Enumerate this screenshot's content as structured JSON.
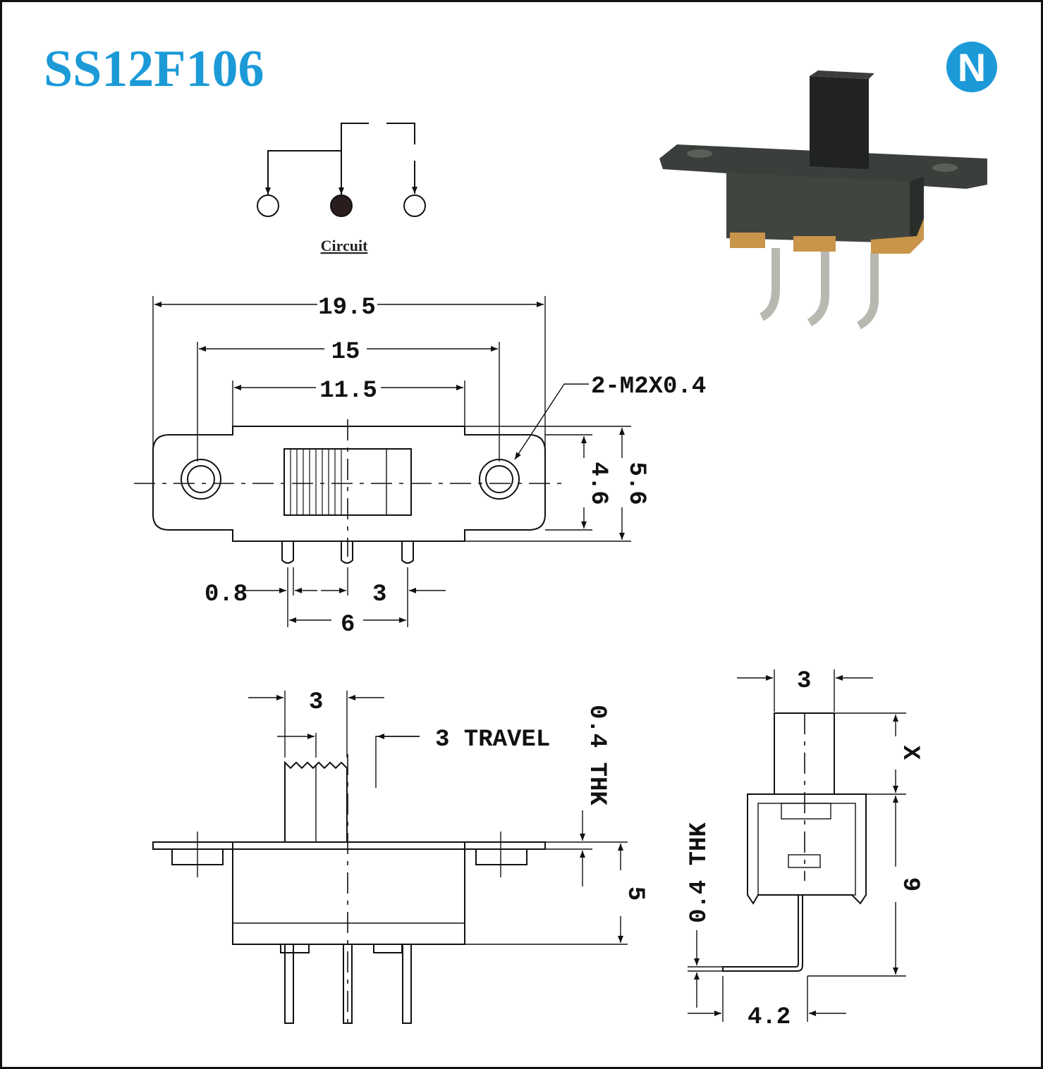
{
  "title": "SS12F106",
  "logo": {
    "letter": "N",
    "color": "#1c9ad8"
  },
  "circuit": {
    "caption": "Circuit"
  },
  "top_view": {
    "dim_overall": "19.5",
    "dim_hole_pitch": "15",
    "dim_body": "11.5",
    "dim_screw": "2-M2X0.4",
    "dim_height_inner": "4.6",
    "dim_height_outer": "5.6",
    "dim_pin_width": "0.8",
    "dim_pin_pitch": "3",
    "dim_pin_span": "6"
  },
  "side_view": {
    "dim_actuator": "3",
    "dim_travel": "3 TRAVEL",
    "dim_thk": "0.4 THK",
    "dim_body_height": "5"
  },
  "end_view": {
    "dim_actuator": "3",
    "dim_x": "X",
    "dim_height": "9",
    "dim_thk": "0.4 THK",
    "dim_pin_offset": "4.2"
  },
  "colors": {
    "brand": "#1c9ad8",
    "line": "#111111"
  }
}
